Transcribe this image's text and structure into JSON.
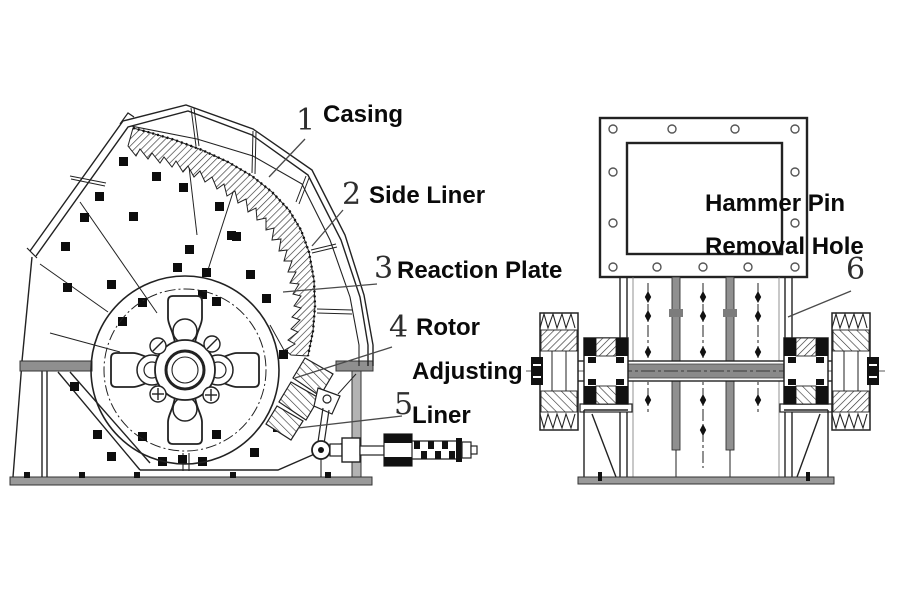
{
  "colors": {
    "background": "#ffffff",
    "line": "#222222",
    "gray_fill": "#8f8f8f",
    "label_text": "#0a0a0a"
  },
  "callouts": [
    {
      "id": "casing",
      "number": "1",
      "label": "Casing"
    },
    {
      "id": "side-liner",
      "number": "2",
      "label": "Side Liner"
    },
    {
      "id": "reaction-plate",
      "number": "3",
      "label": "Reaction Plate"
    },
    {
      "id": "rotor",
      "number": "4",
      "label": "Rotor"
    },
    {
      "id": "adjusting-liner",
      "number": "5",
      "label": "Adjusting Liner",
      "label_lines": [
        "Adjusting",
        "Liner"
      ]
    },
    {
      "id": "hammer-pin-removal-hole",
      "number": "6",
      "label": "Hammer Pin Removal Hole",
      "label_lines": [
        "Hammer Pin",
        "Removal Hole"
      ]
    }
  ]
}
